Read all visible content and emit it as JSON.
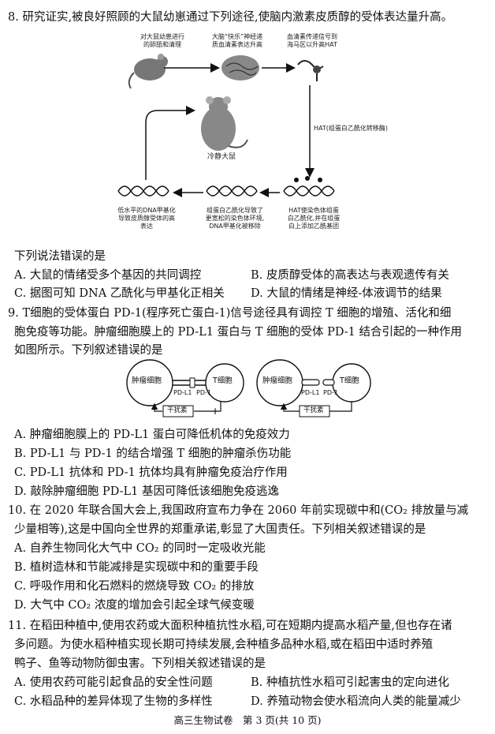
{
  "q8": {
    "stem": "8. 研究证实,被良好照顾的大鼠幼崽通过下列途径,使脑内激素皮质醇的受体表达量升高。",
    "diagram": {
      "box1": [
        "对大鼠幼崽进行",
        "的舔舐和清理"
      ],
      "box2": [
        "大脑“快乐”神经递",
        "质血清素表达升高"
      ],
      "box3": [
        "血清素传递信号到",
        "海马区以升高HAT"
      ],
      "hat_label": "HAT(组蛋白乙酰化转移酶)",
      "calm_rat": "冷静大鼠",
      "bottom_right": [
        "HAT使染色体组蛋",
        "白乙酰化,并在组蛋",
        "白上添加乙酰基团"
      ],
      "bottom_mid": [
        "组蛋白乙酰化导致了",
        "更宽松的染色体环境,",
        "DNA甲基化被移除"
      ],
      "bottom_left": [
        "低水平的DNA甲基化",
        "导致皮质醇受体的高",
        "表达"
      ]
    },
    "lead": "下列说法错误的是",
    "options": {
      "A": "A. 大鼠的情绪受多个基因的共同调控",
      "B": "B. 皮质醇受体的高表达与表观遗传有关",
      "C": "C. 据图可知 DNA 乙酰化与甲基化正相关",
      "D": "D. 大鼠的情绪是神经-体液调节的结果"
    }
  },
  "q9": {
    "stem_lines": [
      "9. T细胞的受体蛋白 PD-1(程序死亡蛋白-1)信号途径具有调控 T 细胞的增殖、活化和细",
      "胞免疫等功能。肿瘤细胞膜上的 PD-L1 蛋白与 T 细胞的受体 PD-1 结合引起的一种作用",
      "如图所示。下列叙述错误的是"
    ],
    "diagram": {
      "tumor": "肿瘤细胞",
      "tcell": "T细胞",
      "pdl1": "PD-L1",
      "pd1": "PD-1",
      "interferon": "干扰素"
    },
    "options": [
      "A. 肿瘤细胞膜上的 PD-L1 蛋白可降低机体的免疫效力",
      "B. PD-L1 与 PD-1 的结合增强 T 细胞的肿瘤杀伤功能",
      "C. PD-L1 抗体和 PD-1 抗体均具有肿瘤免疫治疗作用",
      "D. 敲除肿瘤细胞 PD-L1 基因可降低该细胞免疫逃逸"
    ]
  },
  "q10": {
    "stem_lines": [
      "10. 在 2020 年联合国大会上,我国政府宣布力争在 2060 年前实现碳中和(CO₂ 排放量与减",
      "少量相等),这是中国向全世界的郑重承诺,彰显了大国责任。下列相关叙述错误的是"
    ],
    "options": [
      "A. 自养生物同化大气中 CO₂ 的同时一定吸收光能",
      "B. 植树造林和节能减排是实现碳中和的重要手段",
      "C. 呼吸作用和化石燃料的燃烧导致 CO₂ 的排放",
      "D. 大气中 CO₂ 浓度的增加会引起全球气候变暖"
    ]
  },
  "q11": {
    "stem_lines": [
      "11. 在稻田种植中,使用农药或大面积种植抗性水稻,可在短期内提高水稻产量,但也存在诸",
      "多问题。为使水稻种植实现长期可持续发展,会种植多品种水稻,或在稻田中适时养殖",
      "鸭子、鱼等动物防御虫害。下列相关叙述错误的是"
    ],
    "options": {
      "A": "A. 使用农药可能引起食品的安全性问题",
      "B": "B. 种植抗性水稻可引起害虫的定向进化",
      "C": "C. 水稻品种的差异体现了生物的多样性",
      "D": "D. 养殖动物会使水稻流向人类的能量减少"
    }
  },
  "footer": "高三生物试卷　第 3 页(共 10 页)"
}
